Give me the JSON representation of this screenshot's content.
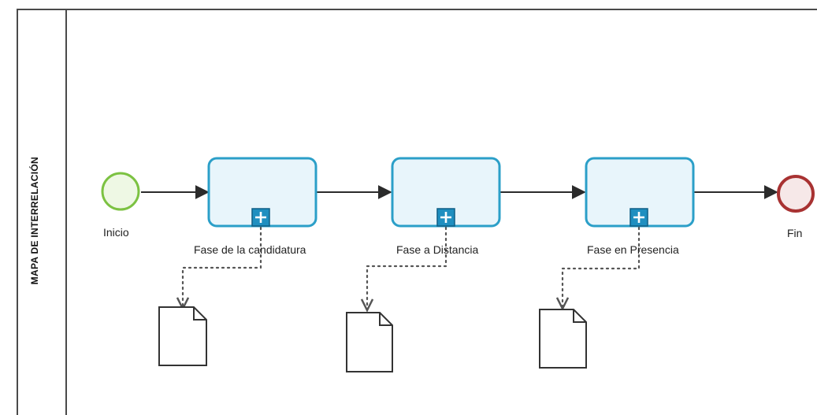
{
  "pool": {
    "label": "MAPA DE INTERRELACIÓN",
    "border_color": "#4a4a4a"
  },
  "events": {
    "start": {
      "label": "Inicio",
      "color": "#7cc242"
    },
    "end": {
      "label": "Fin",
      "color": "#a83232"
    }
  },
  "subprocesses": [
    {
      "label": "Fase de la candidatura"
    },
    {
      "label": "Fase a Distancia"
    },
    {
      "label": "Fase en Presencia"
    }
  ],
  "colors": {
    "task_border": "#2b9fc8",
    "task_fill": "#e8f5fb",
    "marker_fill": "#1f8fc0",
    "sequence_flow": "#2b2b2b",
    "association": "#555555"
  },
  "icons": {
    "subprocess_marker": "plus-square-icon",
    "artifact": "document-icon"
  }
}
